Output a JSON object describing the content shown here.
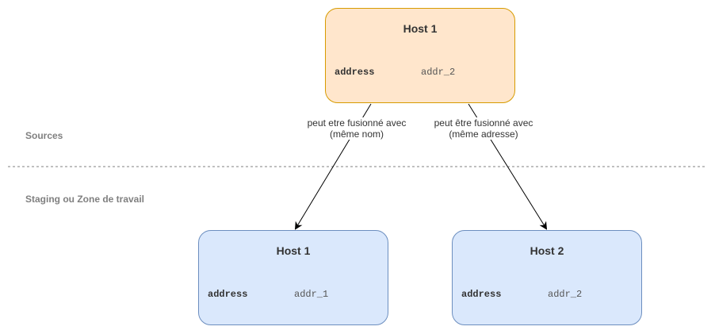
{
  "zones": {
    "sources": "Sources",
    "staging": "Staging ou Zone de travail"
  },
  "hosts": {
    "source": {
      "title": "Host 1",
      "key": "address",
      "value": "addr_2"
    },
    "staging_1": {
      "title": "Host 1",
      "key": "address",
      "value": "addr_1"
    },
    "staging_2": {
      "title": "Host 2",
      "key": "address",
      "value": "addr_2"
    }
  },
  "edges": {
    "left": {
      "line1": "peut etre fusionné avec",
      "line2": "(même nom)"
    },
    "right": {
      "line1": "peut être fusionné avec",
      "line2": "(même adresse)"
    }
  },
  "colors": {
    "source_fill": "#ffe6cc",
    "source_stroke": "#d79b00",
    "staging_fill": "#dae8fc",
    "staging_stroke": "#6c8ebf"
  }
}
